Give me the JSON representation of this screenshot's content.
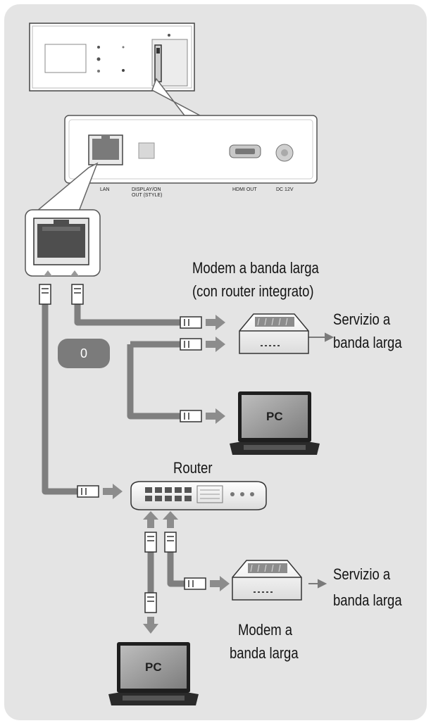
{
  "badge": "0",
  "labels": {
    "modem_router_line1": "Modem a banda larga",
    "modem_router_line2": "(con router integrato)",
    "broadband_service_1_line1": "Servizio a",
    "broadband_service_1_line2": "banda larga",
    "router": "Router",
    "broadband_service_2_line1": "Servizio a",
    "broadband_service_2_line2": "banda larga",
    "modem_line1": "Modem a",
    "modem_line2": "banda larga",
    "pc_1": "PC",
    "pc_2": "PC"
  },
  "ports": {
    "lan": "LAN",
    "display_out_line1": "DISPLAY/ON",
    "display_out_line2": "OUT (STYLE)",
    "hdmi_out": "HDMI OUT",
    "dc": "DC 12V"
  },
  "colors": {
    "panel_bg": "#e4e4e4",
    "cable": "#7f7f7f",
    "arrow": "#8c8c8c",
    "badge": "#7b7b7b",
    "text": "#141414"
  }
}
